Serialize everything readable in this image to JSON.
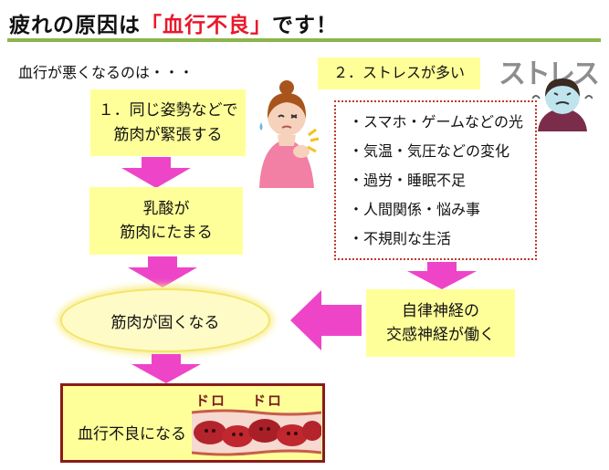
{
  "title": {
    "prefix": "疲れの原因は",
    "highlight": "「血行不良」",
    "suffix": "です！"
  },
  "intro": "血行が悪くなるのは・・・",
  "box1": {
    "line1": "１．同じ姿勢などで",
    "line2": "筋肉が緊張する"
  },
  "box2": {
    "line1": "乳酸が",
    "line2": "筋肉にたまる"
  },
  "box3": "２．ストレスが多い",
  "stress_causes": [
    "・スマホ・ゲームなどの光",
    "・気温・気圧などの変化",
    "・過労・睡眠不足",
    "・人間関係・悩み事",
    "・不規則な生活"
  ],
  "ellipse": "筋肉が固くなる",
  "box4": {
    "line1": "自律神経の",
    "line2": "交感神経が働く"
  },
  "result": "血行不良になる",
  "doro_1": "ドロ",
  "doro_2": "ドロ",
  "stress_art": "ストレス",
  "colors": {
    "title_highlight": "#e8192c",
    "rule": "#8cb44a",
    "box": "#ffff99",
    "arrow": "#ee45c8",
    "border_red": "#8b1a1a"
  }
}
